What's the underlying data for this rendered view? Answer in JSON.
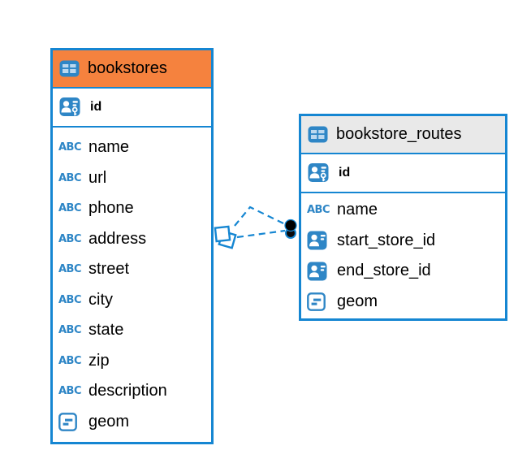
{
  "colors": {
    "accent_blue": "#1586D2",
    "icon_blue": "#2E86C6",
    "icon_cell_light": "#BBD8EF",
    "header_orange": "#F5823E",
    "header_gray": "#E9E9E9",
    "text_black": "#000000",
    "endpoint_black": "#0A0A0A",
    "table_background": "#FFFFFF"
  },
  "icons": {
    "text_glyph": "ABC"
  },
  "tables": [
    {
      "title": "bookstores",
      "header_color": "#F5823E",
      "icon": "table-icon",
      "primary_key": {
        "label": "id",
        "icon": "primary-key-icon"
      },
      "fields": [
        {
          "label": "name",
          "icon": "text-icon"
        },
        {
          "label": "url",
          "icon": "text-icon"
        },
        {
          "label": "phone",
          "icon": "text-icon"
        },
        {
          "label": "address",
          "icon": "text-icon"
        },
        {
          "label": "street",
          "icon": "text-icon"
        },
        {
          "label": "city",
          "icon": "text-icon"
        },
        {
          "label": "state",
          "icon": "text-icon"
        },
        {
          "label": "zip",
          "icon": "text-icon"
        },
        {
          "label": "description",
          "icon": "text-icon"
        },
        {
          "label": "geom",
          "icon": "geometry-icon"
        }
      ]
    },
    {
      "title": "bookstore_routes",
      "header_color": "#E9E9E9",
      "icon": "table-icon",
      "primary_key": {
        "label": "id",
        "icon": "primary-key-icon"
      },
      "fields": [
        {
          "label": "name",
          "icon": "text-icon"
        },
        {
          "label": "start_store_id",
          "icon": "foreign-key-icon"
        },
        {
          "label": "end_store_id",
          "icon": "foreign-key-icon"
        },
        {
          "label": "geom",
          "icon": "geometry-icon"
        }
      ]
    }
  ],
  "relationships": [
    {
      "from_table": "bookstores",
      "to_table": "bookstore_routes",
      "style": "dashed"
    },
    {
      "from_table": "bookstores",
      "to_table": "bookstore_routes",
      "style": "dashed"
    }
  ]
}
